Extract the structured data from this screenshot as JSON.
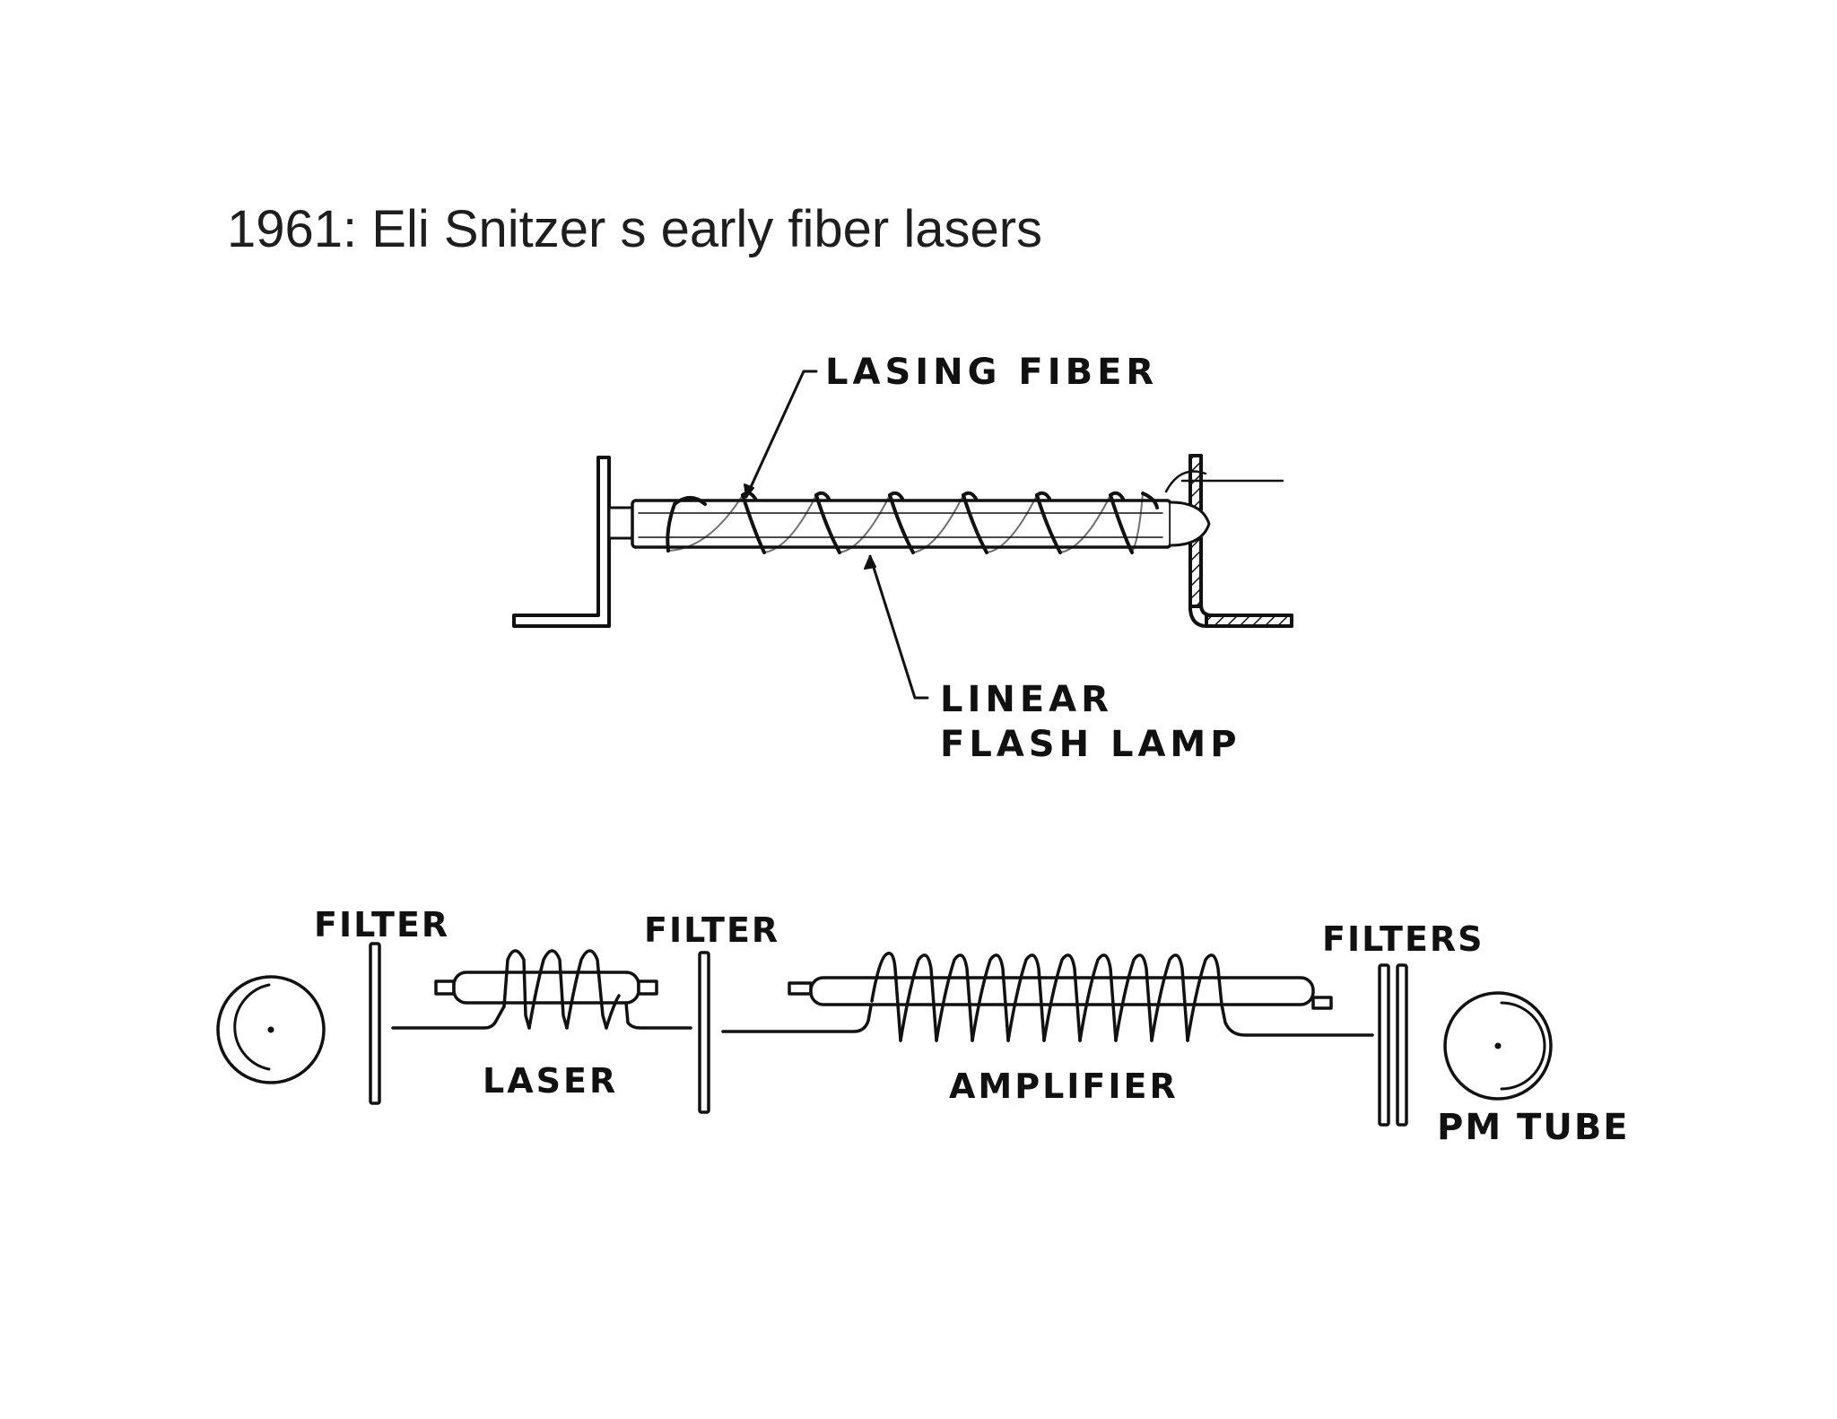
{
  "slide": {
    "title": "1961:  Eli Snitzer s early fiber lasers"
  },
  "figure_top": {
    "labels": {
      "lasing_fiber": "LASING FIBER",
      "linear": "LINEAR",
      "flash_lamp": "FLASH LAMP"
    }
  },
  "figure_bottom": {
    "labels": {
      "filter_1": "FILTER",
      "filter_2": "FILTER",
      "filters": "FILTERS",
      "laser": "LASER",
      "amplifier": "AMPLIFIER",
      "pm_tube": "PM TUBE"
    }
  },
  "colors": {
    "ink": "#111111",
    "title": "#1e1e1e",
    "background": "#ffffff"
  }
}
